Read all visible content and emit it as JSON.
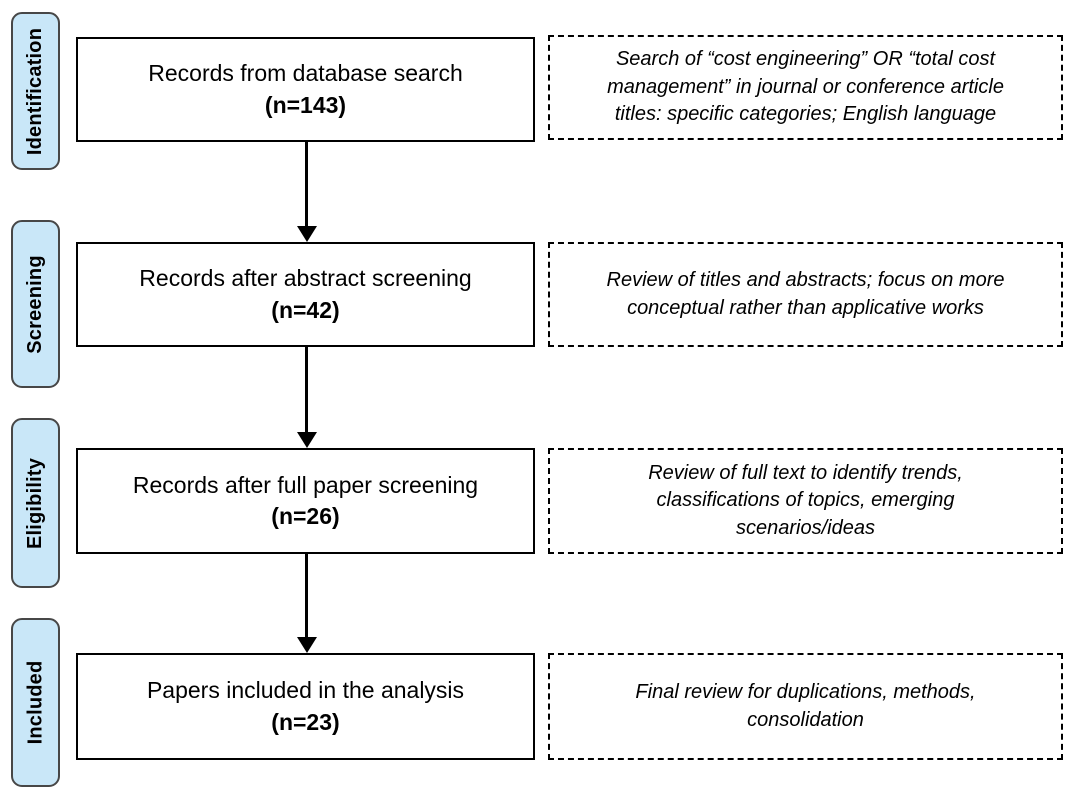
{
  "diagram": {
    "type": "prisma-flow",
    "colors": {
      "background": "#ffffff",
      "stage_fill": "#c9e7f8",
      "stage_border": "#474747",
      "box_border": "#000000",
      "note_border_style": "dashed",
      "text": "#000000"
    },
    "stages": [
      {
        "label": "Identification",
        "box": {
          "title": "Records from database search",
          "count": "(n=143)"
        },
        "note_lines": [
          "Search of “cost engineering” OR “total cost",
          "management” in journal or conference article",
          "titles: specific categories; English language"
        ]
      },
      {
        "label": "Screening",
        "box": {
          "title": "Records after abstract screening",
          "count": "(n=42)"
        },
        "note_lines": [
          "Review of titles and abstracts; focus on more",
          "conceptual rather than applicative works"
        ]
      },
      {
        "label": "Eligibility",
        "box": {
          "title": "Records after full paper screening",
          "count": "(n=26)"
        },
        "note_lines": [
          "Review of full text to identify trends,",
          "classifications of topics, emerging",
          "scenarios/ideas"
        ]
      },
      {
        "label": "Included",
        "box": {
          "title": "Papers included in the analysis",
          "count": "(n=23)"
        },
        "note_lines": [
          "Final review for duplications, methods,",
          "consolidation"
        ]
      }
    ]
  }
}
